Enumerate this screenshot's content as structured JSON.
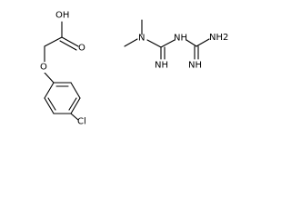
{
  "molecule_1": {
    "hydroxyl_label": "OH",
    "carbonyl_o_label": "O",
    "ether_o_label": "O",
    "chloro_label": "Cl"
  },
  "molecule_2": {
    "amine_n_label": "N",
    "nh_label": "NH",
    "imine_1_label": "NH",
    "nh2_label": "NH2",
    "imine_2_label": "NH"
  },
  "colors": {
    "bond": "#000000",
    "background": "#ffffff"
  }
}
